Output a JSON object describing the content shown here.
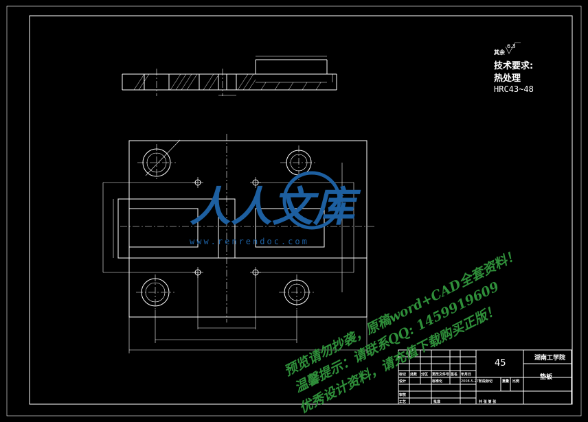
{
  "notes": {
    "roughness_label": "其余",
    "roughness_value": "6.3",
    "tech_title": "技术要求:",
    "heat_title": "热处理",
    "hardness": "HRC43~48"
  },
  "title_block": {
    "material": "45",
    "school": "湖南工学院",
    "part_name": "垫板",
    "row_labels": [
      "标记",
      "处数",
      "分区",
      "更改文件号",
      "签名",
      "年月日"
    ],
    "sign_labels": [
      "设计",
      "标准化"
    ],
    "stage_labels": [
      "阶段标记",
      "重量",
      "比例"
    ],
    "sheet_label": "共 张 第 张",
    "audit_labels": [
      "审核",
      "工艺"
    ],
    "approve_label": "批准",
    "date_code": "2008-5-27"
  },
  "watermark": {
    "logo_text": "人人文库",
    "url": "www.renrendoc.com",
    "line1": "预览请勿抄袭，原稿word+CAD全套资料！",
    "line2": "温馨提示：请联系QQ: 1459919609",
    "line3": "优秀设计资料，请充值下载购买正版！"
  }
}
